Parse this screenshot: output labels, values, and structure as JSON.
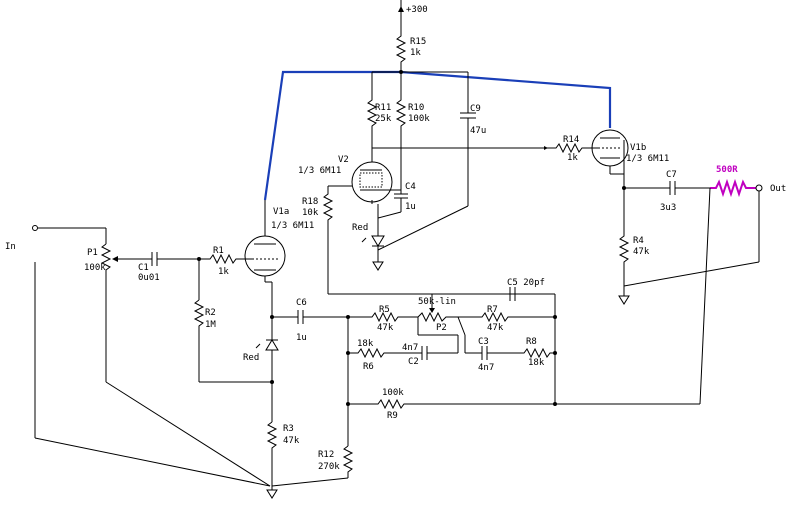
{
  "labels": {
    "supply": "+300",
    "in": "In",
    "out": "Out",
    "p1_name": "P1",
    "p1_value": "100k",
    "c1_name": "C1",
    "c1_value": "0u01",
    "r1_name": "R1",
    "r1_value": "1k",
    "v1a_name": "V1a",
    "v1a_value": "1/3 6M11",
    "r2_name": "R2",
    "r2_value": "1M",
    "led1": "Red",
    "r3_name": "R3",
    "r3_value": "47k",
    "r12_name": "R12",
    "r12_value": "270k",
    "c6_name": "C6",
    "c6_value": "1u",
    "r15_name": "R15",
    "r15_value": "1k",
    "r11_name": "R11",
    "r11_value": "25k",
    "r10_name": "R10",
    "r10_value": "100k",
    "c9_name": "C9",
    "c9_value": "47u",
    "v2_name": "V2",
    "v2_value": "1/3 6M11",
    "c4_name": "C4",
    "c4_value": "1u",
    "r18_name": "R18",
    "r18_value": "10k",
    "led2": "Red",
    "r14_name": "R14",
    "r14_value": "1k",
    "v1b_name": "V1b",
    "v1b_value": "1/3 6M11",
    "c7_name": "C7",
    "c7_value": "3u3",
    "r_out_value": "500R",
    "r4_name": "R4",
    "r4_value": "47k",
    "c5_label": "C5 20pf",
    "p2_name": "P2",
    "p2_value": "50k-lin",
    "r5_name": "R5",
    "r5_value": "47k",
    "r7_name": "R7",
    "r7_value": "47k",
    "r6_name": "R6",
    "r6_value": "18k",
    "c2_name": "C2",
    "c2_value": "4n7",
    "c3_name": "C3",
    "c3_value": "4n7",
    "r8_name": "R8",
    "r8_value": "18k",
    "r9_name": "R9",
    "r9_value": "100k"
  },
  "colors": {
    "wire": "#000000",
    "highlight_wire": "#1a3fb8",
    "output_resistor": "#c000c0"
  }
}
